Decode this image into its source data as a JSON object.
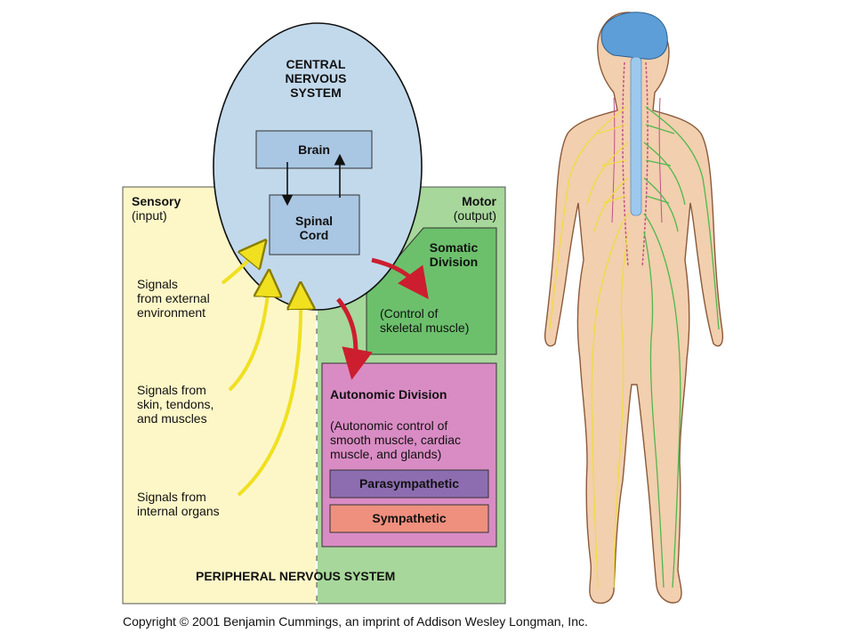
{
  "cns": {
    "title_lines": [
      "CENTRAL",
      "NERVOUS",
      "SYSTEM"
    ],
    "brain": "Brain",
    "spinal_lines": [
      "Spinal",
      "Cord"
    ]
  },
  "sensory": {
    "title": "Sensory",
    "subtitle": "(input)",
    "signals": [
      {
        "lines": [
          "Signals",
          "from external",
          "environment"
        ]
      },
      {
        "lines": [
          "Signals from",
          "skin, tendons,",
          "and muscles"
        ]
      },
      {
        "lines": [
          "Signals from",
          "internal organs"
        ]
      }
    ]
  },
  "motor": {
    "title": "Motor",
    "subtitle": "(output)",
    "somatic": {
      "title_lines": [
        "Somatic",
        "Division"
      ],
      "desc_lines": [
        "(Control of",
        "skeletal muscle)"
      ]
    },
    "autonomic": {
      "title": "Autonomic Division",
      "desc_lines": [
        "(Autonomic control of",
        "smooth muscle, cardiac",
        "muscle, and glands)"
      ],
      "parasympathetic": "Parasympathetic",
      "sympathetic": "Sympathetic"
    }
  },
  "pns_label": "PERIPHERAL NERVOUS SYSTEM",
  "copyright": "Copyright © 2001 Benjamin Cummings, an imprint of Addison Wesley Longman, Inc.",
  "colors": {
    "cns_fill": "#c2d9ec",
    "sensory_fill": "#fdf7c8",
    "motor_fill": "#a7d79b",
    "somatic_fill": "#6cc06c",
    "autonomic_fill": "#d98cc4",
    "parasympathetic_fill": "#8d6db0",
    "sympathetic_fill": "#ef8f7e",
    "sensory_arrow": "#f0e020",
    "motor_arrow": "#cc1e2e"
  }
}
